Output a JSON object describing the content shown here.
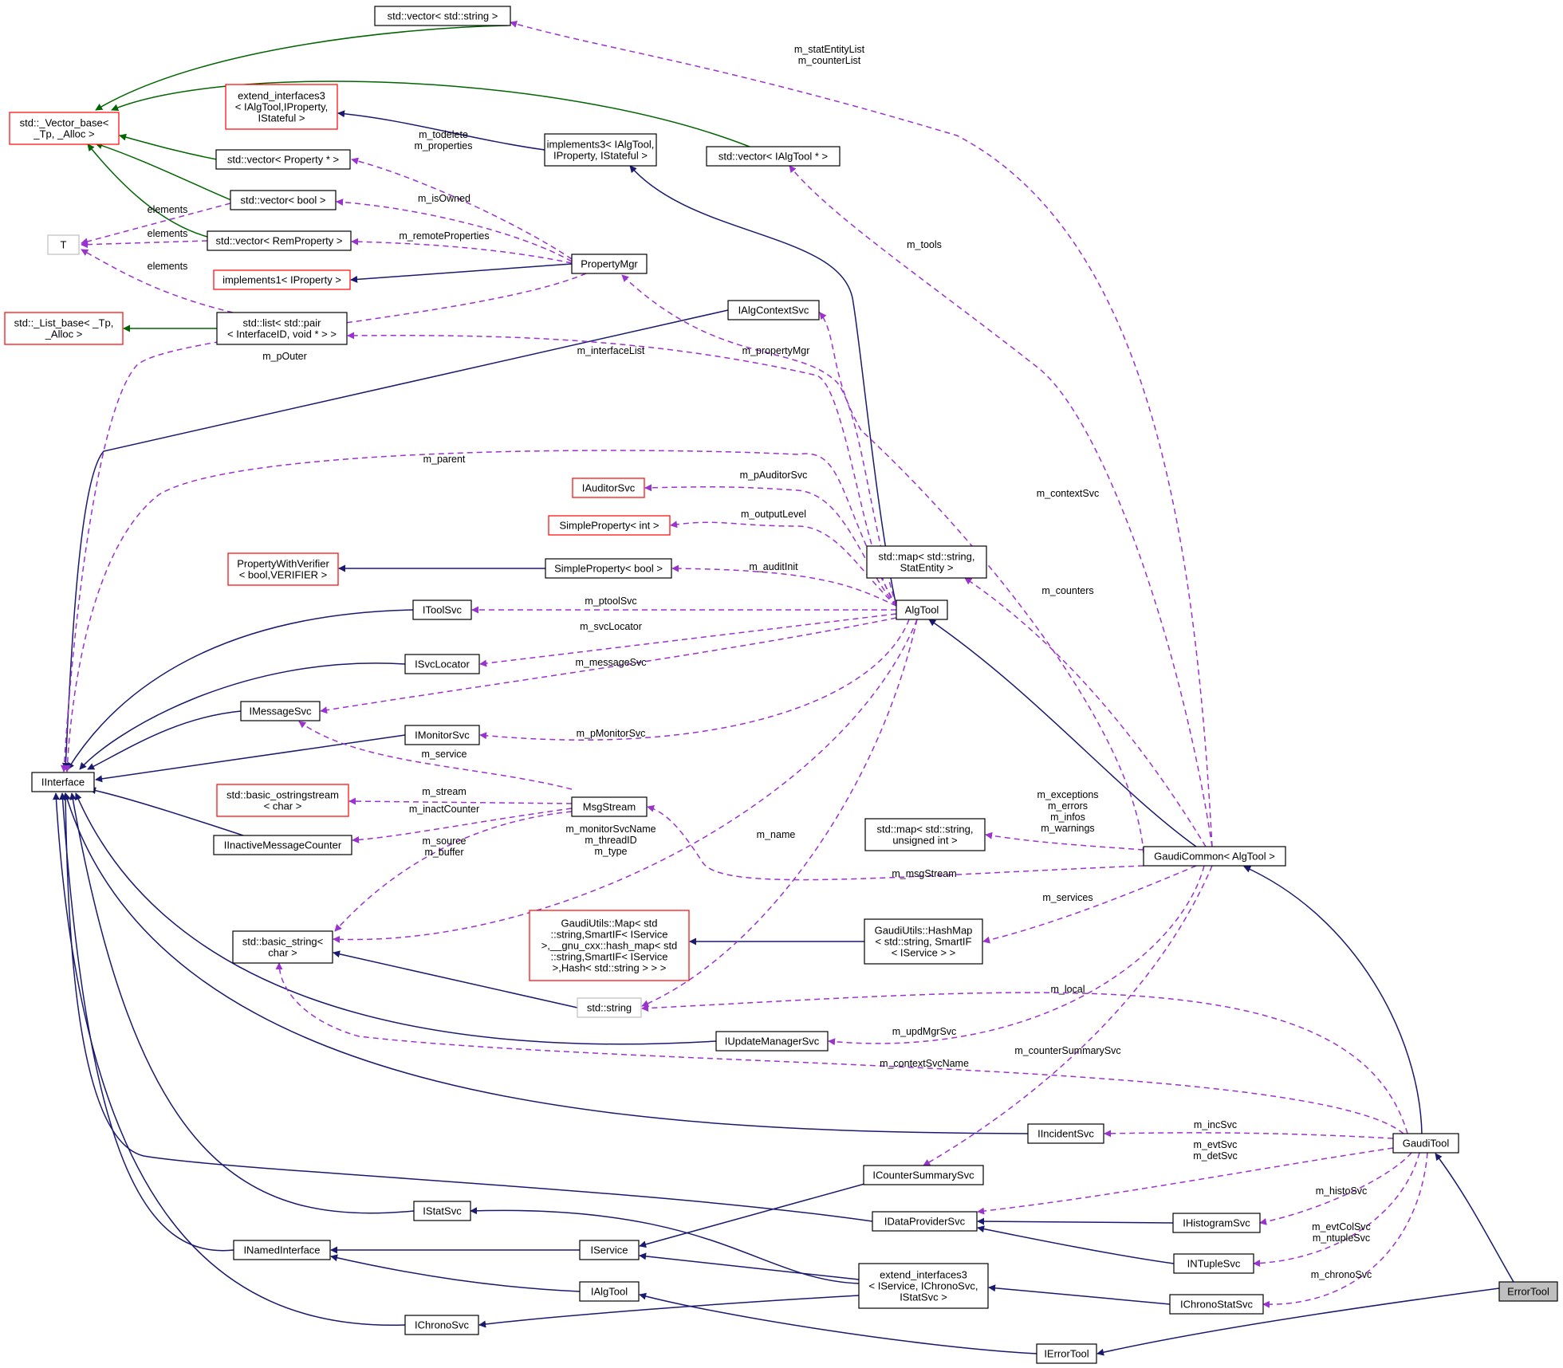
{
  "colors": {
    "public_inheritance": "#191970",
    "template_inheritance": "#006400",
    "usage": "#9a32cd",
    "undocumented_border": "#ff0000",
    "external_border": "#bfbfbf",
    "focus_fill": "#bfbfbf"
  },
  "nodes": {
    "vector_string": [
      "std::vector< std::string >"
    ],
    "vector_base": [
      "std::_Vector_base<",
      "_Tp, _Alloc >"
    ],
    "extend_interfaces3_algtool": [
      "extend_interfaces3",
      "< IAlgTool,IProperty,",
      "IStateful >"
    ],
    "implements3": [
      "implements3< IAlgTool,",
      "IProperty, IStateful >"
    ],
    "vector_ialgtool": [
      "std::vector< IAlgTool * >"
    ],
    "vector_property": [
      "std::vector< Property * >"
    ],
    "vector_bool": [
      "std::vector< bool >"
    ],
    "t": [
      "T"
    ],
    "vector_remproperty": [
      "std::vector< RemProperty >"
    ],
    "propertymgr": [
      "PropertyMgr"
    ],
    "implements1": [
      "implements1< IProperty >"
    ],
    "list_base": [
      "std::_List_base< _Tp,",
      "_Alloc >"
    ],
    "list_pair": [
      "std::list< std::pair",
      "< InterfaceID, void * > >"
    ],
    "ialgcontextsvc": [
      "IAlgContextSvc"
    ],
    "iauditorsvc": [
      "IAuditorSvc"
    ],
    "simpleproperty_int": [
      "SimpleProperty< int >"
    ],
    "propertywithverifier": [
      "PropertyWithVerifier",
      "< bool,VERIFIER >"
    ],
    "simpleproperty_bool": [
      "SimpleProperty< bool >"
    ],
    "map_statentity": [
      "std::map< std::string,",
      "StatEntity >"
    ],
    "itoolsvc": [
      "IToolSvc"
    ],
    "algtool": [
      "AlgTool"
    ],
    "isvclocator": [
      "ISvcLocator"
    ],
    "imessagesvc": [
      "IMessageSvc"
    ],
    "imonitorsvc": [
      "IMonitorSvc"
    ],
    "iinterface": [
      "IInterface"
    ],
    "basic_ostringstream": [
      "std::basic_ostringstream",
      "< char >"
    ],
    "msgstream": [
      "MsgStream"
    ],
    "map_uint": [
      "std::map< std::string,",
      "unsigned int >"
    ],
    "iinactivemessagecounter": [
      "IInactiveMessageCounter"
    ],
    "gaudicommon": [
      "GaudiCommon< AlgTool >"
    ],
    "basic_string": [
      "std::basic_string<",
      "char >"
    ],
    "gaudiutils_map": [
      "GaudiUtils::Map< std",
      "::string,SmartIF< IService",
      ">,__gnu_cxx::hash_map< std",
      "::string,SmartIF< IService",
      ">,Hash< std::string > > >"
    ],
    "gaudiutils_hashmap": [
      "GaudiUtils::HashMap",
      "< std::string, SmartIF",
      "< IService > >"
    ],
    "std_string": [
      "std::string"
    ],
    "iupdatemanagersvc": [
      "IUpdateManagerSvc"
    ],
    "iincidentsvc": [
      "IIncidentSvc"
    ],
    "gauditool": [
      "GaudiTool"
    ],
    "icountersummarysvc": [
      "ICounterSummarySvc"
    ],
    "istatsvc": [
      "IStatSvc"
    ],
    "idataprovidersvc": [
      "IDataProviderSvc"
    ],
    "ihistogramsvc": [
      "IHistogramSvc"
    ],
    "inamedinterface": [
      "INamedInterface"
    ],
    "iservice": [
      "IService"
    ],
    "ntuplesvc": [
      "INTupleSvc"
    ],
    "extend_interfaces3_svc": [
      "extend_interfaces3",
      "< IService, IChronoSvc,",
      "IStatSvc >"
    ],
    "ialgtool": [
      "IAlgTool"
    ],
    "ichronostatsvc": [
      "IChronoStatSvc"
    ],
    "errortool": [
      "ErrorTool"
    ],
    "ichronosvc": [
      "IChronoSvc"
    ],
    "ierrortool": [
      "IErrorTool"
    ]
  },
  "edge_labels": {
    "stat_counter_list": [
      "m_statEntityList",
      "m_counterList"
    ],
    "todelete_properties": [
      "m_todelete",
      "m_properties"
    ],
    "is_owned": [
      "m_isOwned"
    ],
    "elements_1": [
      "elements"
    ],
    "elements_2": [
      "elements"
    ],
    "elements_3": [
      "elements"
    ],
    "remote_properties": [
      "m_remoteProperties"
    ],
    "tools": [
      "m_tools"
    ],
    "p_outer": [
      "m_pOuter"
    ],
    "interface_list": [
      "m_interfaceList"
    ],
    "property_mgr": [
      "m_propertyMgr"
    ],
    "parent": [
      "m_parent"
    ],
    "context_svc": [
      "m_contextSvc"
    ],
    "p_auditor_svc": [
      "m_pAuditorSvc"
    ],
    "output_level": [
      "m_outputLevel"
    ],
    "audit_init": [
      "m_auditInit"
    ],
    "counters": [
      "m_counters"
    ],
    "ptool_svc": [
      "m_ptoolSvc"
    ],
    "svc_locator": [
      "m_svcLocator"
    ],
    "message_svc": [
      "m_messageSvc"
    ],
    "p_monitor_svc": [
      "m_pMonitorSvc"
    ],
    "service": [
      "m_service"
    ],
    "stream": [
      "m_stream"
    ],
    "exceptions": [
      "m_exceptions",
      "m_errors",
      "m_infos",
      "m_warnings"
    ],
    "inact_counter": [
      "m_inactCounter"
    ],
    "monitor_name": [
      "m_monitorSvcName",
      "m_threadID",
      "m_type"
    ],
    "source_buffer": [
      "m_source",
      "m_buffer"
    ],
    "name": [
      "m_name"
    ],
    "msg_stream": [
      "m_msgStream"
    ],
    "services": [
      "m_services"
    ],
    "local": [
      "m_local"
    ],
    "upd_mgr_svc": [
      "m_updMgrSvc"
    ],
    "counter_summary_svc": [
      "m_counterSummarySvc"
    ],
    "context_svc_name": [
      "m_contextSvcName"
    ],
    "inc_svc": [
      "m_incSvc"
    ],
    "evt_det_svc": [
      "m_evtSvc",
      "m_detSvc"
    ],
    "histo_svc": [
      "m_histoSvc"
    ],
    "evtcol_ntuple_svc": [
      "m_evtColSvc",
      "m_ntupleSvc"
    ],
    "chrono_svc": [
      "m_chronoSvc"
    ]
  }
}
